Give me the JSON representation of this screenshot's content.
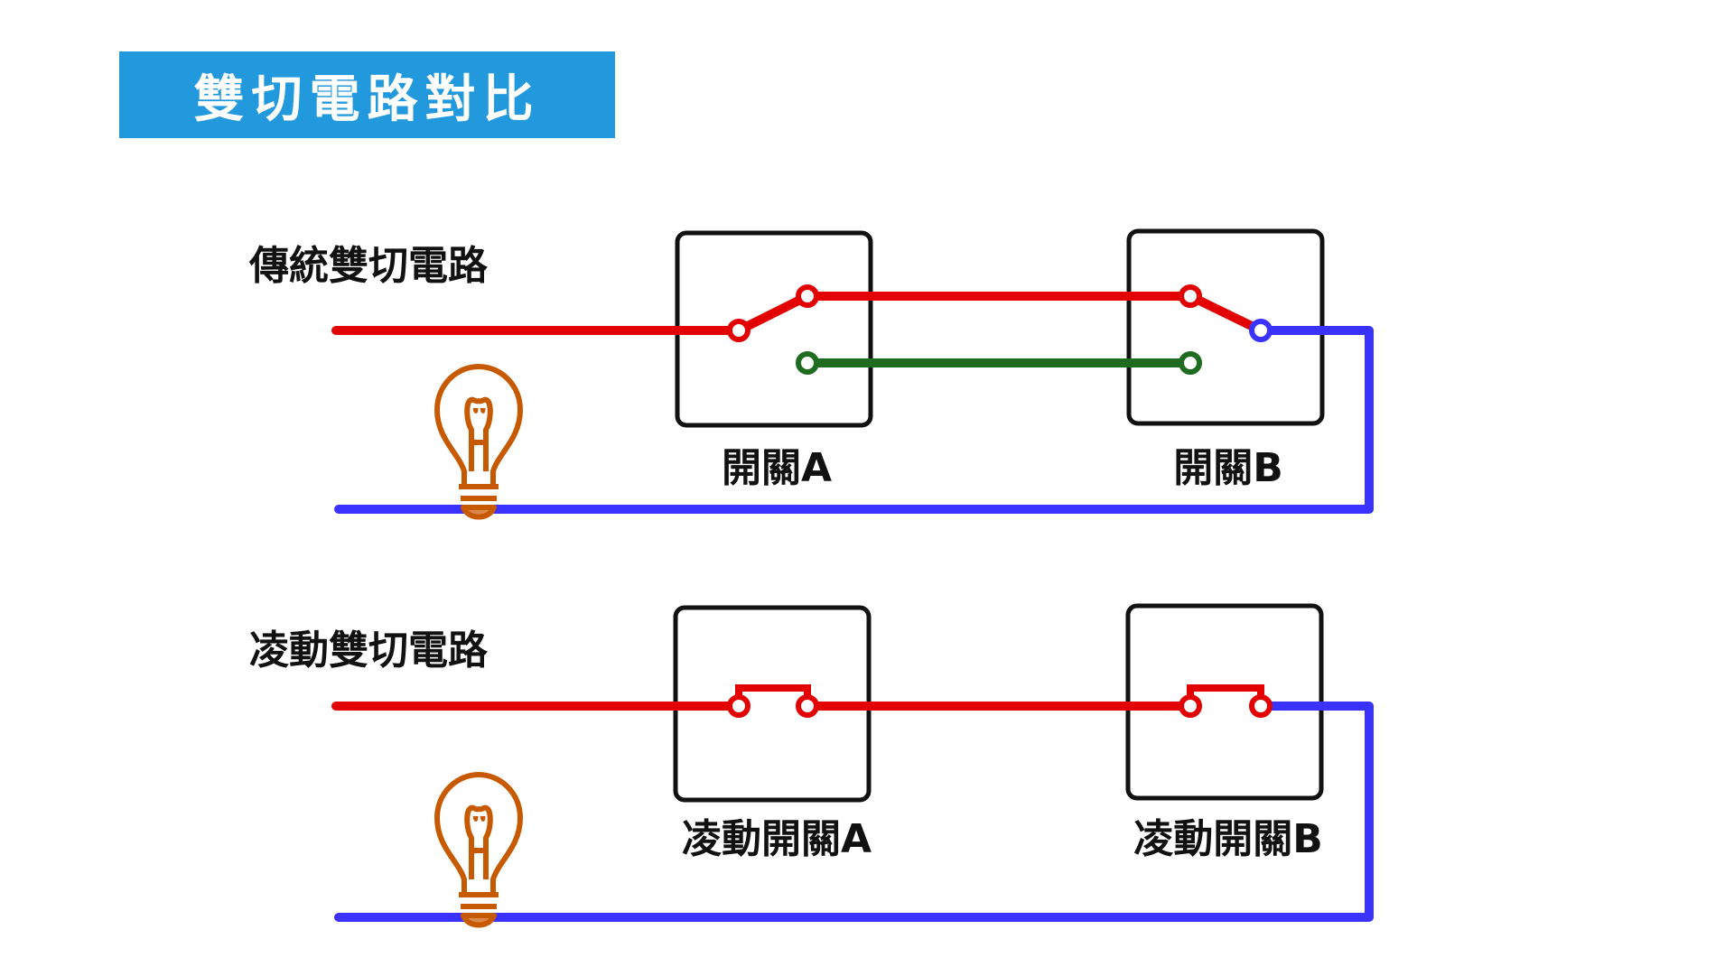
{
  "title": "雙切電路對比",
  "colors": {
    "banner": "#2399dd",
    "live_wire": "#e20000",
    "neutral_wire": "#3a32ff",
    "traveler_wire": "#1f6b1f",
    "bulb": "#c75a00",
    "switch_box": "#111111"
  },
  "sections": [
    {
      "title": "傳統雙切電路",
      "switch_a_label": "開關A",
      "switch_b_label": "開關B",
      "icons": [
        "light-bulb-icon",
        "switch-box-icon",
        "switch-box-icon"
      ]
    },
    {
      "title": "凌動雙切電路",
      "switch_a_label": "凌動開關A",
      "switch_b_label": "凌動開關B",
      "icons": [
        "light-bulb-icon",
        "switch-box-icon",
        "switch-box-icon"
      ]
    }
  ]
}
